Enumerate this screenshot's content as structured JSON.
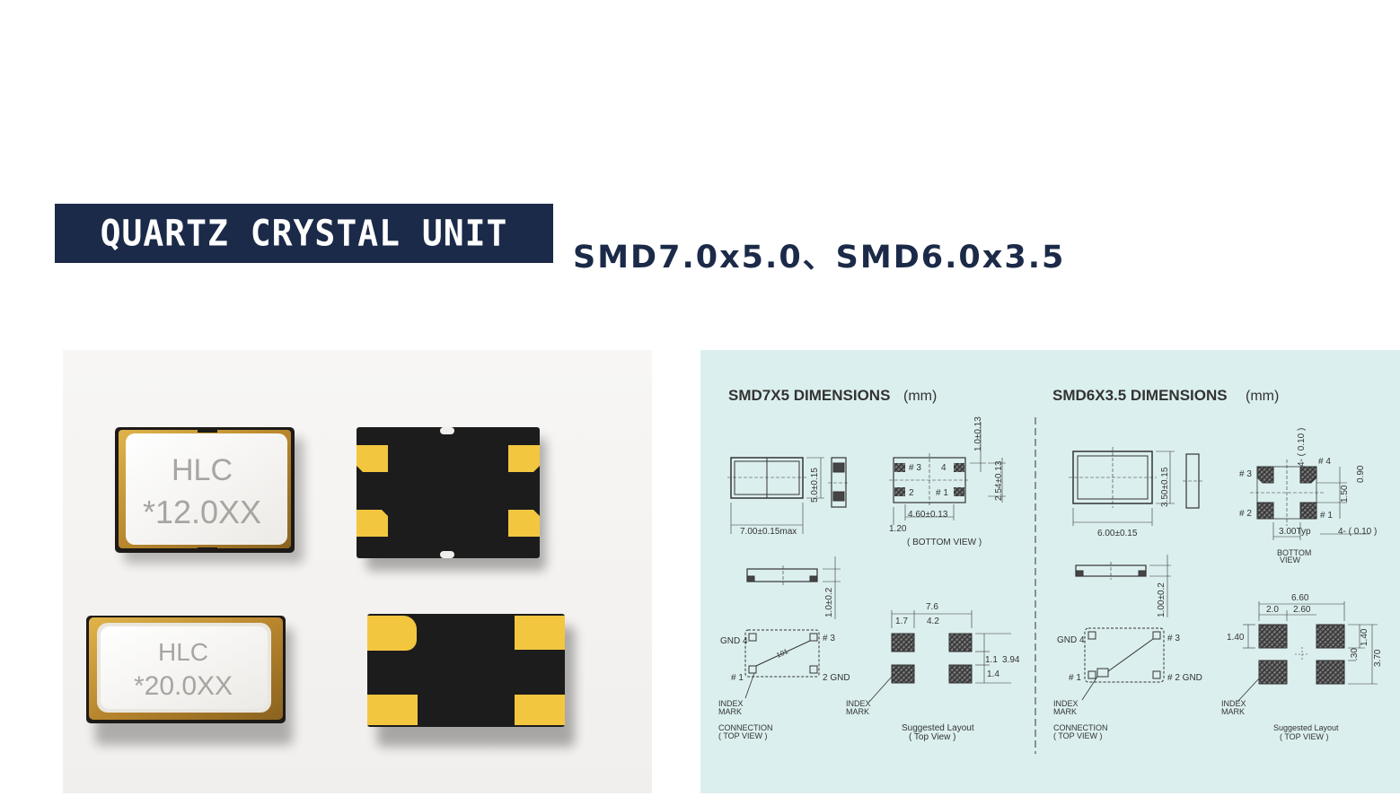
{
  "header": {
    "title": "QUARTZ CRYSTAL UNIT",
    "subtitle": "SMD7.0x5.0、SMD6.0x3.5"
  },
  "photos": {
    "crystal_top_left": {
      "brand": "HLC",
      "freq": "*12.0XX"
    },
    "crystal_bottom_left": {
      "brand": "HLC",
      "freq": "*20.0XX"
    }
  },
  "diagram": {
    "smd7x5": {
      "title": "SMD7X5 DIMENSIONS",
      "unit": "(mm)",
      "dim_width": "7.00±0.15max",
      "dim_height": "5.0±0.15",
      "dim_top": "1.0±0.13",
      "dim_pitch_v": "2.54±0.13",
      "dim_pitch_h": "4.60±0.13",
      "dim_pad": "1.20",
      "pad3": "# 3",
      "pad4": "4",
      "pad2": "2",
      "pad1": "# 1",
      "bottom_view": "( BOTTOM VIEW )",
      "thickness": "1.0±0.2",
      "gnd4": "GND 4",
      "pin3": "# 3",
      "pin1": "# 1",
      "pin2gnd": "2 GND",
      "index_mark_1": "INDEX",
      "index_mark_2": "MARK",
      "connection_1": "CONNECTION",
      "connection_2": "( TOP VIEW )",
      "layout_total": "7.6",
      "layout_a": "1.7",
      "layout_b": "4.2",
      "layout_c": "1.1",
      "layout_d": "3.94",
      "layout_e": "1.4",
      "layout_1": "Suggested Layout",
      "layout_2": "( Top View )",
      "chip_mark": "101"
    },
    "smd6x3": {
      "title": "SMD6X3.5 DIMENSIONS",
      "unit": "(mm)",
      "dim_height": "3.50±0.15",
      "dim_width": "6.00±0.15",
      "pad_top": "4- ( 0.10 )",
      "pad3": "# 3",
      "pad4": "# 4",
      "pad2": "# 2",
      "pad1": "# 1",
      "dim_150": "1.50",
      "dim_090": "0.90",
      "dim_typ": "3.00Typ",
      "dim_side": "4- ( 0.10 )",
      "bottom_1": "BOTTOM",
      "bottom_2": "VIEW",
      "thickness": "1.00±0.2",
      "gnd4": "GND 4",
      "pin3": "# 3",
      "pin1": "# 1",
      "pin2gnd": "# 2  GND",
      "index_mark_1": "INDEX",
      "index_mark_2": "MARK",
      "connection_1": "CONNECTION",
      "connection_2": "( TOP VIEW )",
      "layout_total": "6.60",
      "layout_a": "2.0",
      "layout_b": "2.60",
      "layout_c": "1.40",
      "layout_d": "1.40",
      "layout_e": "3.70",
      "layout_f": ".30",
      "index2_1": "INDEX",
      "index2_2": "MARK",
      "layout_1": "Suggested Layout",
      "layout_2": "( TOP VIEW )"
    }
  },
  "colors": {
    "navy": "#1b2a48",
    "gold": "#f2c744",
    "diagram_bg": "#dcefef"
  }
}
